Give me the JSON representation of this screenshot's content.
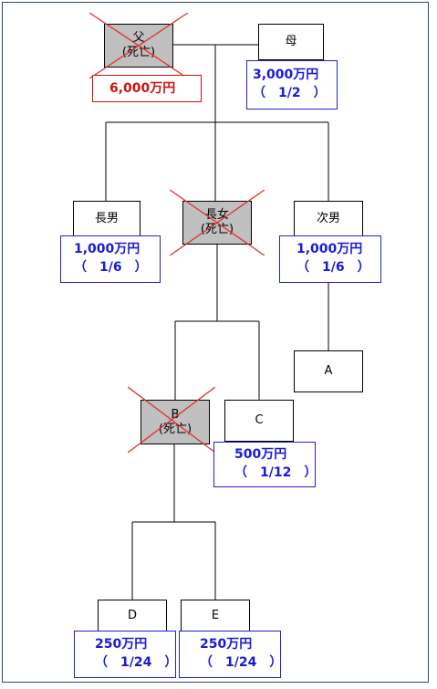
{
  "persons": {
    "father": {
      "name": "父",
      "status": "(死亡)"
    },
    "mother": {
      "name": "母"
    },
    "eldest_son": {
      "name": "長男"
    },
    "eldest_daughter": {
      "name": "長女",
      "status": "(死亡)"
    },
    "second_son": {
      "name": "次男"
    },
    "a": {
      "name": "A"
    },
    "b": {
      "name": "B",
      "status": "(死亡)"
    },
    "c": {
      "name": "C"
    },
    "d": {
      "name": "D"
    },
    "e": {
      "name": "E"
    }
  },
  "shares": {
    "father_estate": {
      "amount": "6,000万円"
    },
    "mother": {
      "amount": "3,000万円",
      "fraction": "（　1/2　）"
    },
    "eldest_son": {
      "amount": "1,000万円",
      "fraction": "（　1/6　）"
    },
    "second_son": {
      "amount": "1,000万円",
      "fraction": "（　1/6　）"
    },
    "c": {
      "amount": "500万円",
      "fraction": "（　1/12　）"
    },
    "d": {
      "amount": "250万円",
      "fraction": "（　1/24　）"
    },
    "e": {
      "amount": "250万円",
      "fraction": "（　1/24　）"
    }
  },
  "colors": {
    "deceased_fill": "#c0c0c0",
    "cross_mark": "#e03030",
    "share_text": "#1a1ad6",
    "estate_text": "#d01010"
  }
}
